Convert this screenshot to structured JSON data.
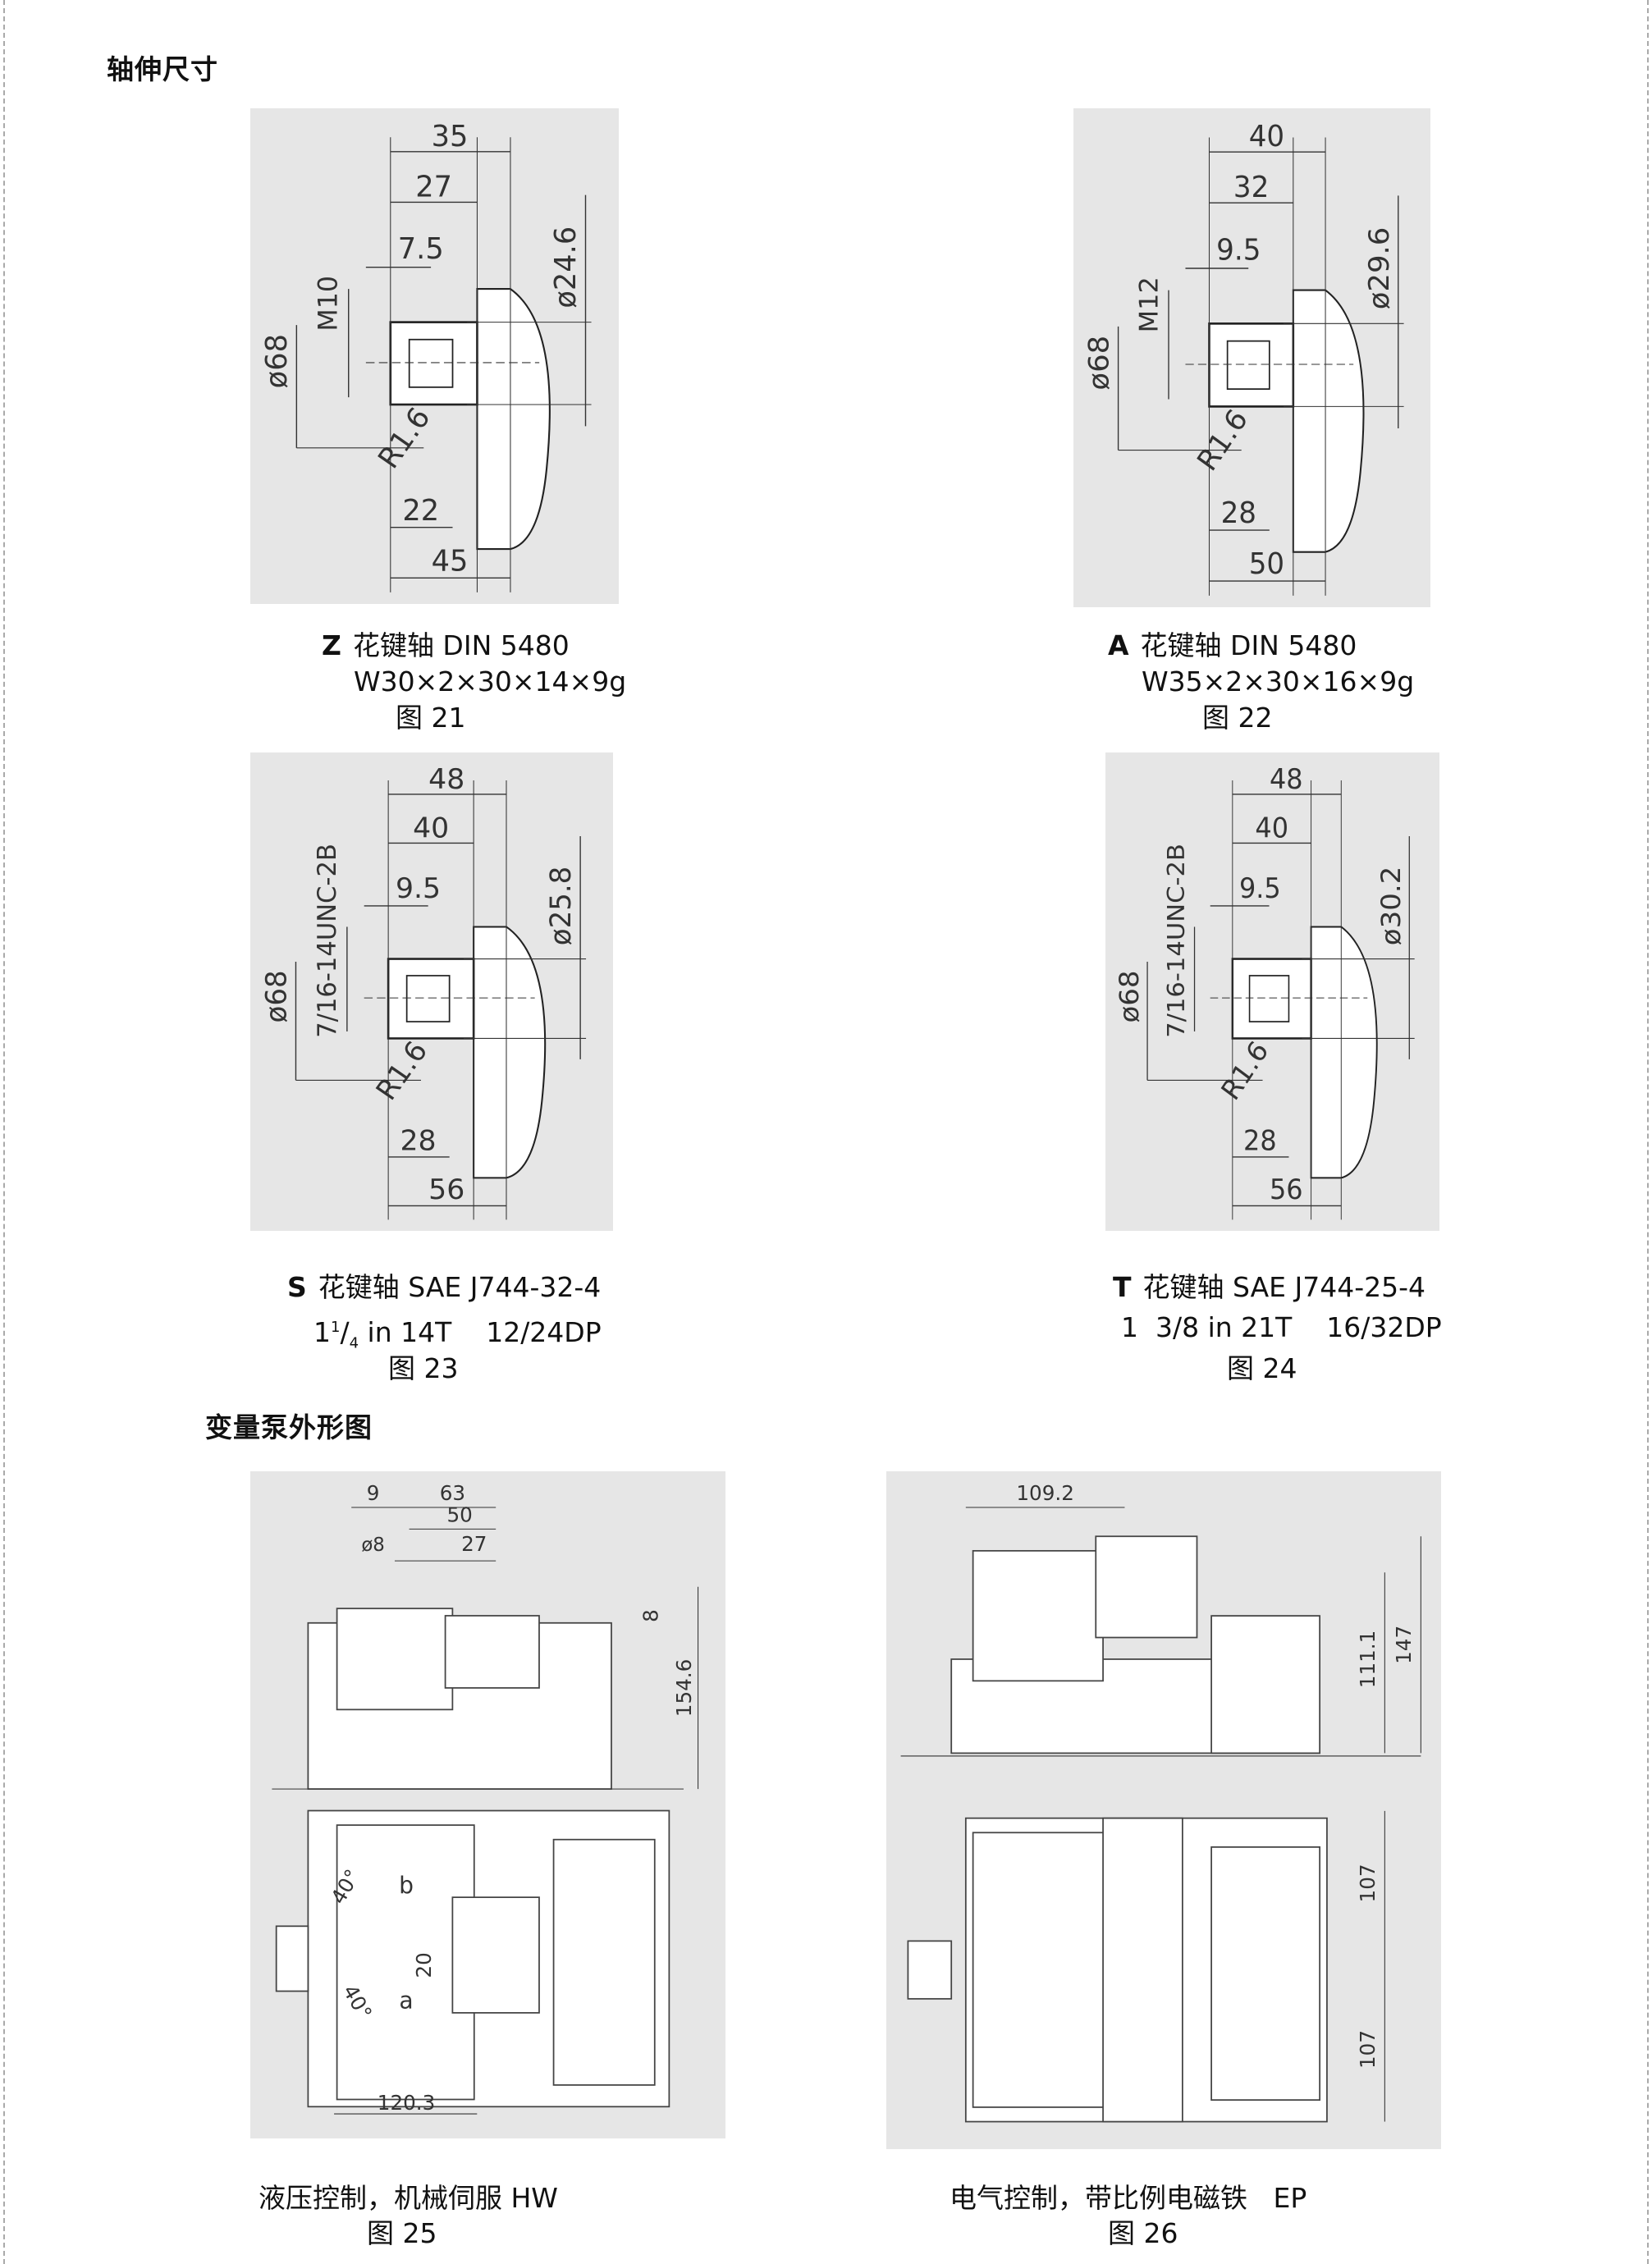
{
  "headings": {
    "shaft_ends": "轴伸尺寸",
    "pump_outline": "变量泵外形图"
  },
  "figures": [
    {
      "id": "21",
      "letter": "Z",
      "line1": "花键轴 DIN 5480",
      "line2": "W30×2×30×14×9g",
      "fig": "图  21",
      "dims": {
        "top1": "35",
        "top2": "27",
        "top3": "7.5",
        "thread": "M10",
        "outer_dia": "ø68",
        "shaft_dia": "ø24.6",
        "radius": "R1.6",
        "bot1": "22",
        "bot2": "45"
      }
    },
    {
      "id": "22",
      "letter": "A",
      "line1": "花键轴 DIN 5480",
      "line2": "W35×2×30×16×9g",
      "fig": "图  22",
      "dims": {
        "top1": "40",
        "top2": "32",
        "top3": "9.5",
        "thread": "M12",
        "outer_dia": "ø68",
        "shaft_dia": "ø29.6",
        "radius": "R1.6",
        "bot1": "28",
        "bot2": "50"
      }
    },
    {
      "id": "23",
      "letter": "S",
      "line1": "花键轴  SAE J744-32-4",
      "line2_main": "1",
      "line2_sup": "1",
      "line2_sub": "4",
      "line2_rest": " in 14T    12/24DP",
      "fig": "图  23",
      "dims": {
        "top1": "48",
        "top2": "40",
        "top3": "9.5",
        "thread": "7/16-14UNC-2B",
        "outer_dia": "ø68",
        "shaft_dia": "ø25.8",
        "radius": "R1.6",
        "bot1": "28",
        "bot2": "56"
      }
    },
    {
      "id": "24",
      "letter": "T",
      "line1": "花键轴  SAE J744-25-4",
      "line2": "1  3/8 in 21T    16/32DP",
      "fig": "图  24",
      "dims": {
        "top1": "48",
        "top2": "40",
        "top3": "9.5",
        "thread": "7/16-14UNC-2B",
        "outer_dia": "ø68",
        "shaft_dia": "ø30.2",
        "radius": "R1.6",
        "bot1": "28",
        "bot2": "56"
      }
    }
  ],
  "pumps": [
    {
      "id": "25",
      "caption": "液压控制，机械伺服  HW",
      "fig": "图  25",
      "dims": [
        "9",
        "63",
        "50",
        "ø8",
        "27",
        "8",
        "154.6",
        "40°",
        "b",
        "40°",
        "a",
        "20",
        "120.3"
      ]
    },
    {
      "id": "26",
      "caption": "电气控制，带比例电磁铁   EP",
      "fig": "图  26",
      "dims": [
        "109.2",
        "111.1",
        "147",
        "107",
        "107"
      ]
    }
  ]
}
